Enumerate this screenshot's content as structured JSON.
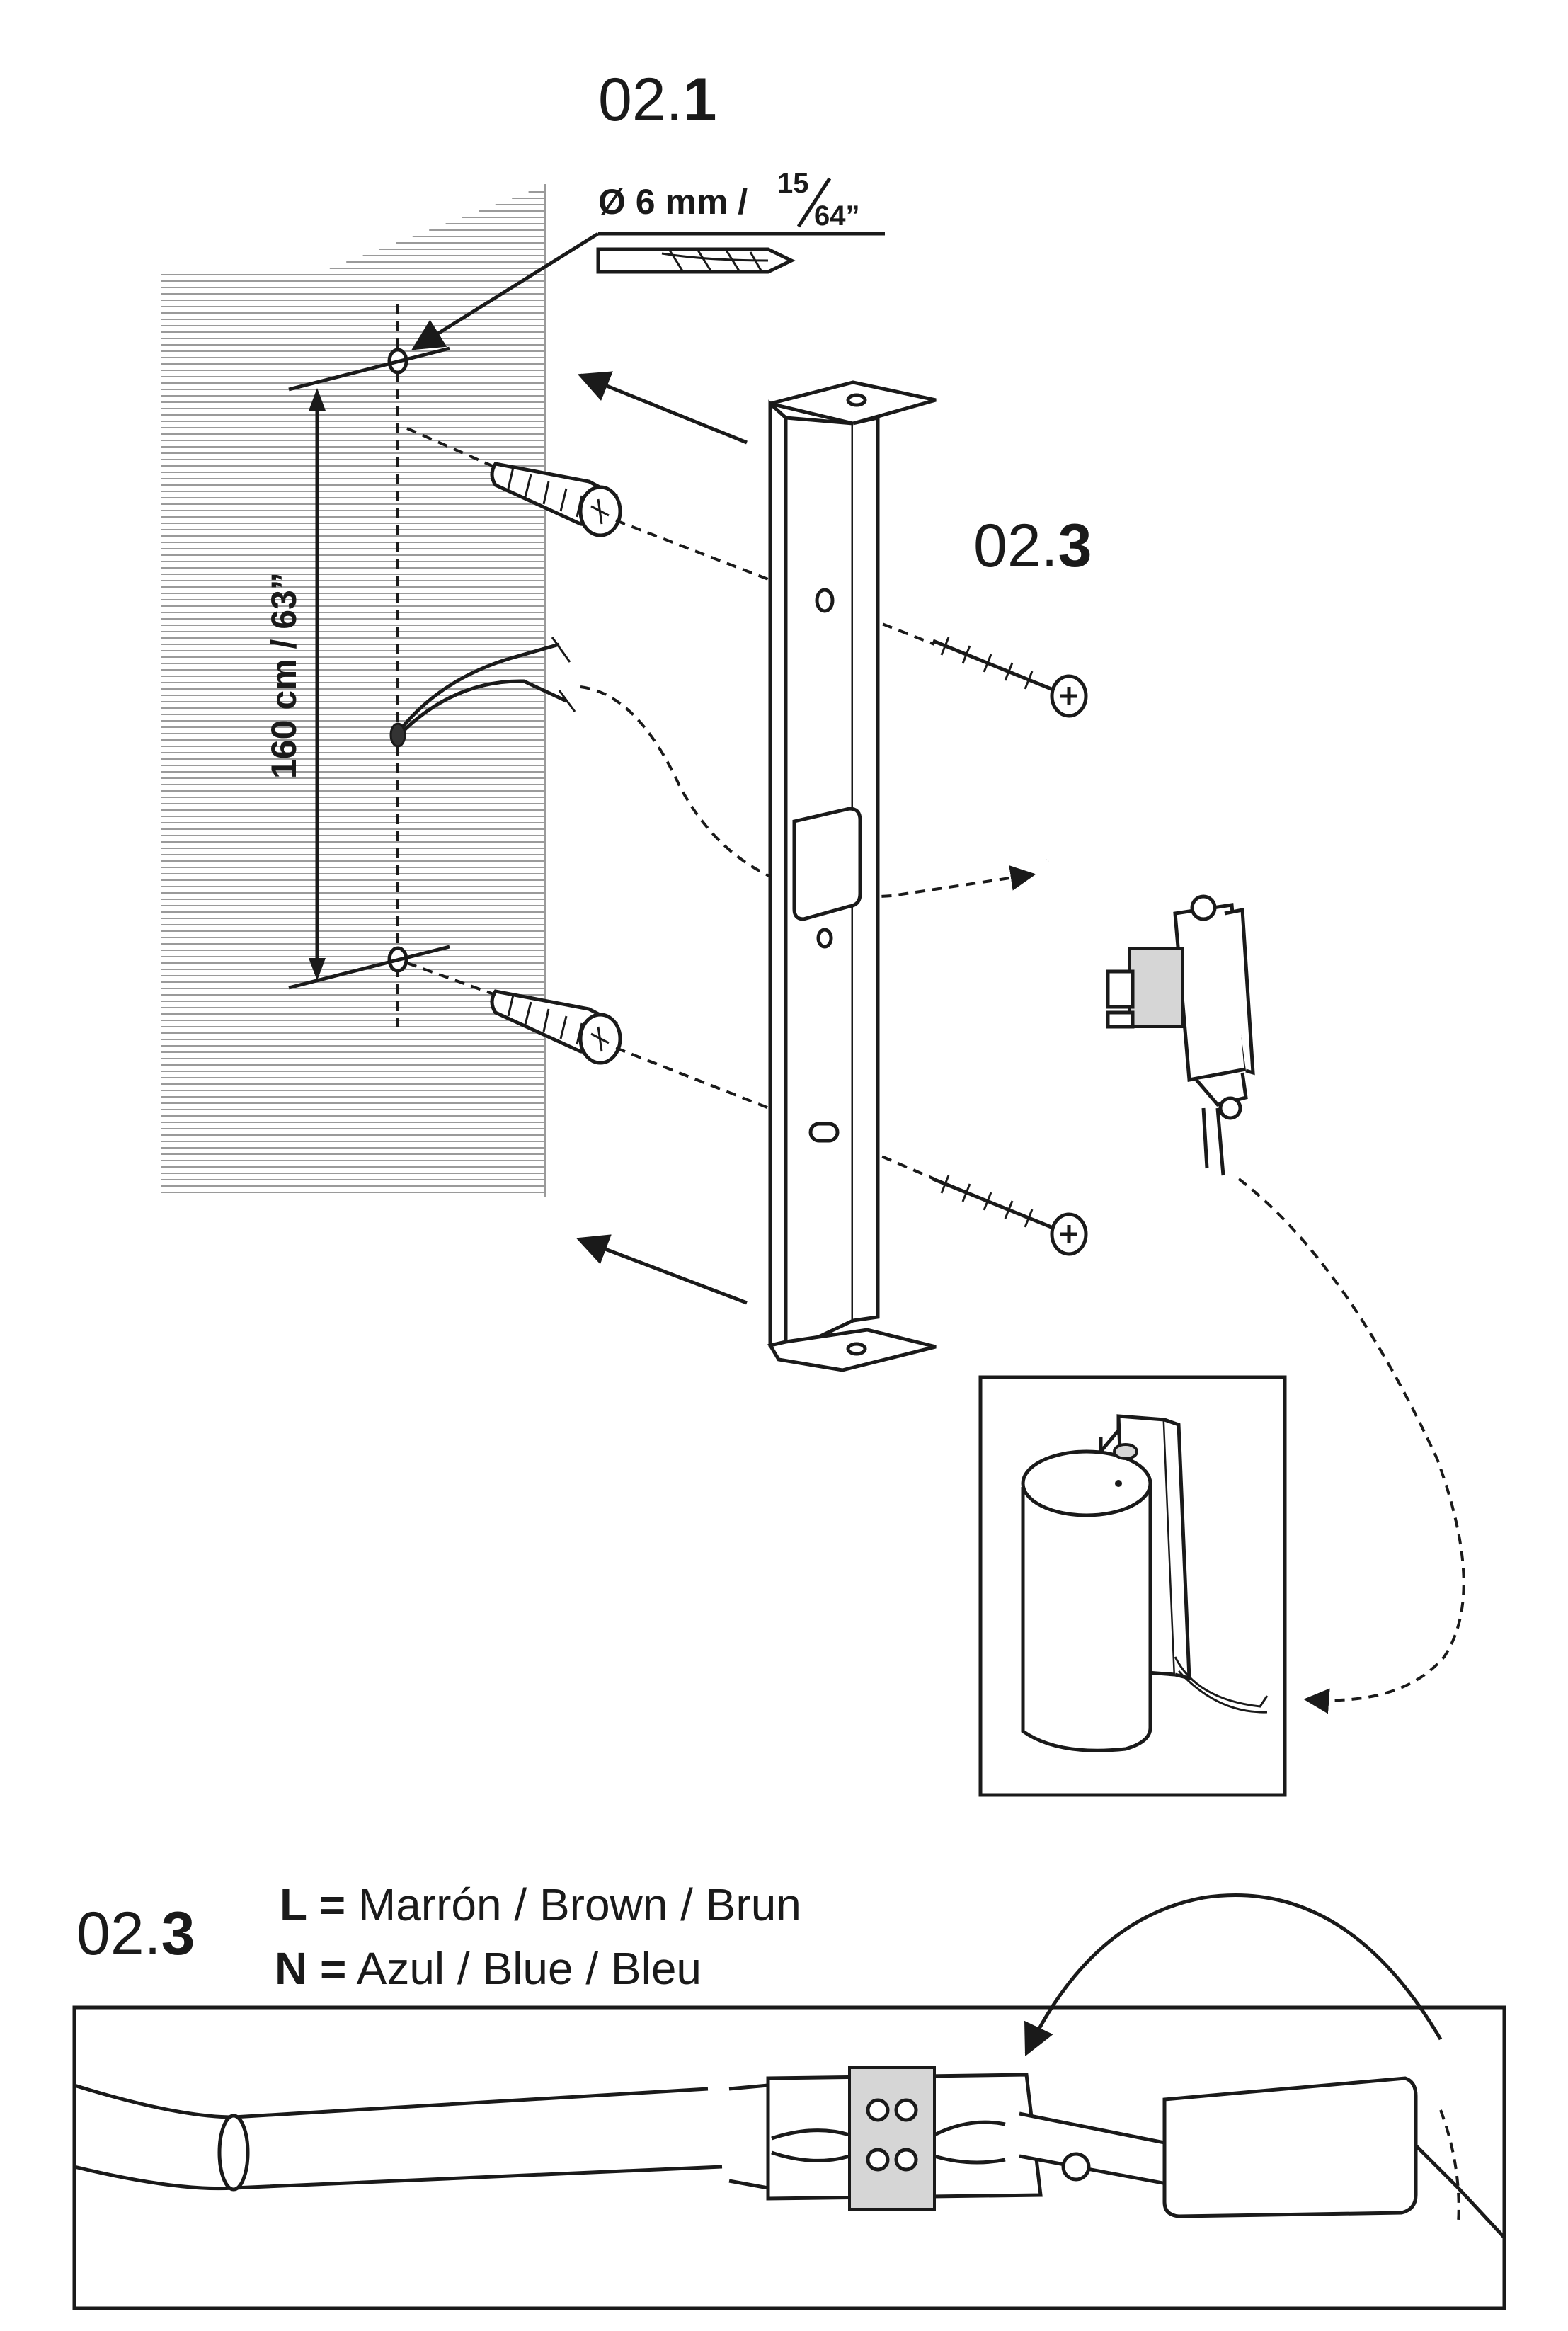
{
  "steps": {
    "top": {
      "prefix": "02.",
      "num": "1"
    },
    "middle": {
      "prefix": "02.",
      "num": "3"
    },
    "bottom": {
      "prefix": "02.",
      "num": "3"
    }
  },
  "drill": {
    "diameter": "Ø 6 mm /",
    "frac_num": "15",
    "frac_den": "64”"
  },
  "distance": "160 cm / 63”",
  "wiring": {
    "L": {
      "key": "L =",
      "text": "Marrón / Brown / Brun"
    },
    "N": {
      "key": "N =",
      "text": "Azul / Blue / Bleu"
    }
  }
}
